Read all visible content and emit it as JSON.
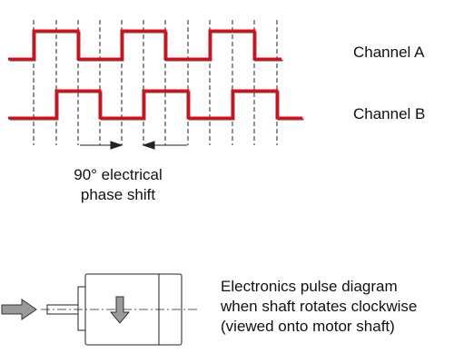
{
  "channels": {
    "a_label": "Channel A",
    "b_label": "Channel B"
  },
  "phase_caption": {
    "line1": "90° electrical",
    "line2": "phase shift"
  },
  "motor_caption": {
    "line1": "Electronics pulse diagram",
    "line2": "when shaft rotates clockwise",
    "line3": "(viewed onto motor shaft)"
  },
  "colors": {
    "signal": "#e30613",
    "signal_shadow": "#555555",
    "arrow_fill": "#9a9a9a",
    "line": "#222222"
  },
  "icons": {
    "input_arrow": "right-arrow-icon",
    "rotation_arrow": "down-arrow-icon"
  }
}
